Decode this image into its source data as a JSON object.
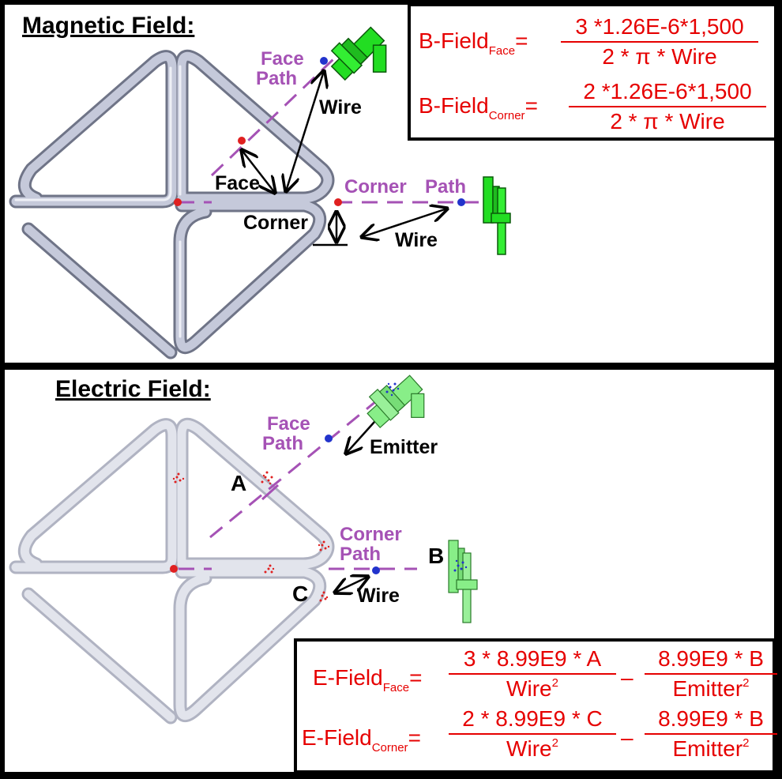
{
  "magnetic": {
    "heading": "Magnetic Field:",
    "labels": {
      "face_path_line1": "Face",
      "face_path_line2": "Path",
      "wire_top": "Wire",
      "face": "Face",
      "corner": "Corner",
      "corner_path_corner": "Corner",
      "corner_path_path": "Path",
      "wire_right": "Wire"
    },
    "equations": {
      "face": {
        "lhs": "B-Field",
        "sub": "Face",
        "num": "3 *1.26E-6*1,500",
        "den": "2 * π * Wire"
      },
      "corner": {
        "lhs": "B-Field",
        "sub": "Corner",
        "num": "2  *1.26E-6*1,500",
        "den": "2 * π * Wire"
      }
    }
  },
  "electric": {
    "heading": "Electric Field:",
    "labels": {
      "face_path_line1": "Face",
      "face_path_line2": "Path",
      "emitter": "Emitter",
      "corner_path_line1": "Corner",
      "corner_path_line2": "Path",
      "wire": "Wire",
      "a": "A",
      "b": "B",
      "c": "C"
    },
    "equations": {
      "face": {
        "lhs": "E-Field",
        "sub": "Face",
        "num1": "3 * 8.99E9 * A",
        "den1": "Wire",
        "num2": "8.99E9 * B",
        "den2": "Emitter",
        "exp": "2",
        "op": "–"
      },
      "corner": {
        "lhs": "E-Field",
        "sub": "Corner",
        "num1": "2 * 8.99E9 * C",
        "den1": "Wire",
        "num2": "8.99E9 * B",
        "den2": "Emitter",
        "exp": "2",
        "op": "–"
      }
    }
  },
  "colors": {
    "equation_text": "#e60000",
    "path_label": "#a552b5",
    "wire_coil_top": "#b9bdd0",
    "wire_coil_bottom": "#dfe1e8",
    "sensor": "#22dd22",
    "sensor_light": "#88ee88",
    "charge_red": "#e02020",
    "charge_blue": "#2233cc"
  }
}
